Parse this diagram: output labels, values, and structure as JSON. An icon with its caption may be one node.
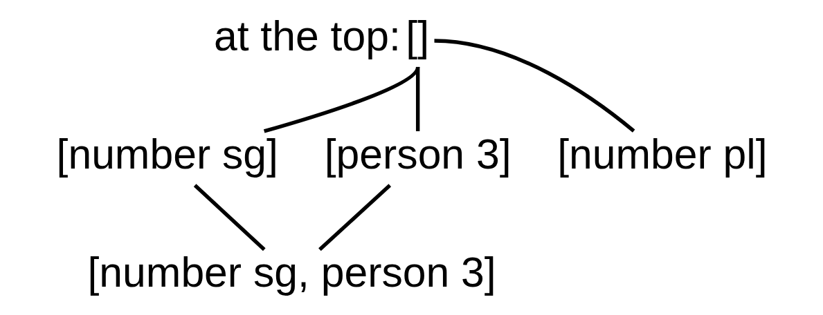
{
  "diagram": {
    "nodes": [
      {
        "text": [
          "[]"
        ],
        "beside": [
          "at the top:"
        ]
      },
      {
        "text": [
          "[number sg]"
        ]
      },
      {
        "text": [
          "[person 3]"
        ]
      },
      {
        "text": [
          "[number pl]"
        ]
      },
      {
        "text": [
          "[number sg, person 3]"
        ]
      }
    ],
    "edges": [
      {
        "from": 0,
        "to": 1,
        "arrow": "none"
      },
      {
        "from": 0,
        "to": 2,
        "arrow": "none"
      },
      {
        "from": 0,
        "to": 3,
        "arrow": "none"
      },
      {
        "from": 1,
        "to": 4,
        "arrow": "none"
      },
      {
        "from": 2,
        "to": 4,
        "arrow": "none"
      }
    ]
  }
}
